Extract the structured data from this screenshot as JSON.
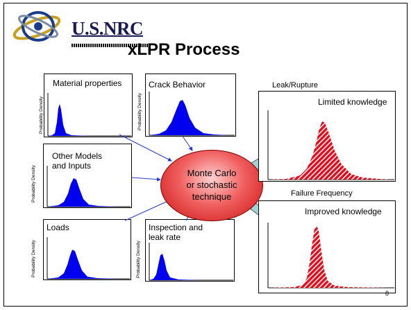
{
  "logo": {
    "text": "U.S.NRC",
    "icon": "atom-orbit-icon"
  },
  "title": "xLPR Process",
  "input_panels": [
    {
      "label": "Material properties",
      "ylabel": "Probability Density"
    },
    {
      "label": "Crack Behavior",
      "ylabel": "Probability Density"
    },
    {
      "label": "Other Models\nand Inputs",
      "ylabel": "Probability Density"
    },
    {
      "label": "Loads",
      "ylabel": "Probability Density"
    },
    {
      "label": "Inspection and\nleak rate",
      "ylabel": "Probability Density"
    }
  ],
  "center": {
    "label": "Monte Carlo\nor stochastic\ntechnique"
  },
  "outputs": {
    "top_heading": "Leak/Rupture",
    "top_panel_label": "Limited knowledge",
    "bottom_heading": "Failure Frequency",
    "bottom_panel_label": "Improved knowledge"
  },
  "colors": {
    "input_fill": "#0000ee",
    "output_fill": "#e01020",
    "arrow_fill": "#9fd4d8",
    "ellipse": "#e02020"
  },
  "page_number": "8"
}
